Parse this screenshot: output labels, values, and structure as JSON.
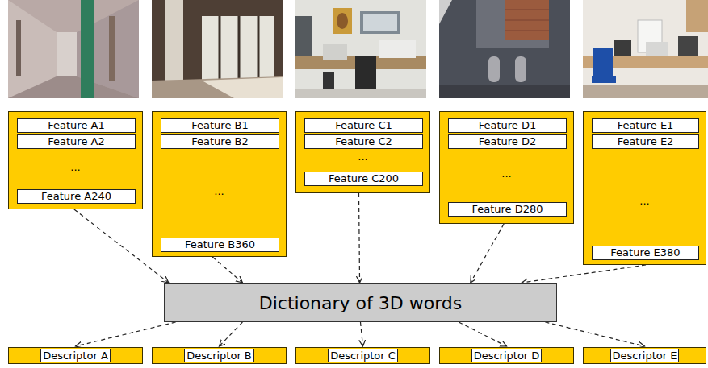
{
  "diagram": {
    "nodes": [
      {
        "text": [
          "..."
        ]
      },
      {
        "text": [
          "Feature A1"
        ],
        "in": 0
      },
      {
        "text": [
          "Feature A2"
        ],
        "in": 0
      },
      {
        "text": [
          "Feature A240"
        ],
        "in": 0
      },
      {
        "text": [
          "..."
        ]
      },
      {
        "text": [
          "Feature B1"
        ],
        "in": 4
      },
      {
        "text": [
          "Feature B2"
        ],
        "in": 4
      },
      {
        "text": [
          "Feature B360"
        ],
        "in": 4
      },
      {
        "text": [
          "..."
        ]
      },
      {
        "text": [
          "Feature C1"
        ],
        "in": 8
      },
      {
        "text": [
          "Feature C2"
        ],
        "in": 8
      },
      {
        "text": [
          "Feature C200"
        ],
        "in": 8
      },
      {
        "text": [
          "..."
        ]
      },
      {
        "text": [
          "Feature D1"
        ],
        "in": 12
      },
      {
        "text": [
          "Feature D2"
        ],
        "in": 12
      },
      {
        "text": [
          "Feature D280"
        ],
        "in": 12
      },
      {
        "text": [
          "..."
        ]
      },
      {
        "text": [
          "Feature E1"
        ],
        "in": 16
      },
      {
        "text": [
          "Feature E2"
        ],
        "in": 16
      },
      {
        "text": [
          "Feature E380"
        ],
        "in": 16
      },
      {
        "text": [
          "Dictionary of 3D words"
        ]
      },
      {
        "text": [
          "Descriptor A"
        ]
      },
      {
        "text": [
          "Descriptor B"
        ]
      },
      {
        "text": [
          "Descriptor C"
        ]
      },
      {
        "text": [
          "Descriptor D"
        ]
      },
      {
        "text": [
          "Descriptor E"
        ]
      }
    ],
    "edges": [
      {
        "from": 0,
        "to": 20,
        "arrow": "to"
      },
      {
        "from": 4,
        "to": 20,
        "arrow": "to"
      },
      {
        "from": 8,
        "to": 20,
        "arrow": "to"
      },
      {
        "from": 12,
        "to": 20,
        "arrow": "to"
      },
      {
        "from": 16,
        "to": 20,
        "arrow": "to"
      },
      {
        "from": 20,
        "to": 21,
        "arrow": "to"
      },
      {
        "from": 20,
        "to": 22,
        "arrow": "to"
      },
      {
        "from": 20,
        "to": 23,
        "arrow": "to"
      },
      {
        "from": 20,
        "to": 24,
        "arrow": "to"
      },
      {
        "from": 20,
        "to": 25,
        "arrow": "to"
      }
    ]
  }
}
